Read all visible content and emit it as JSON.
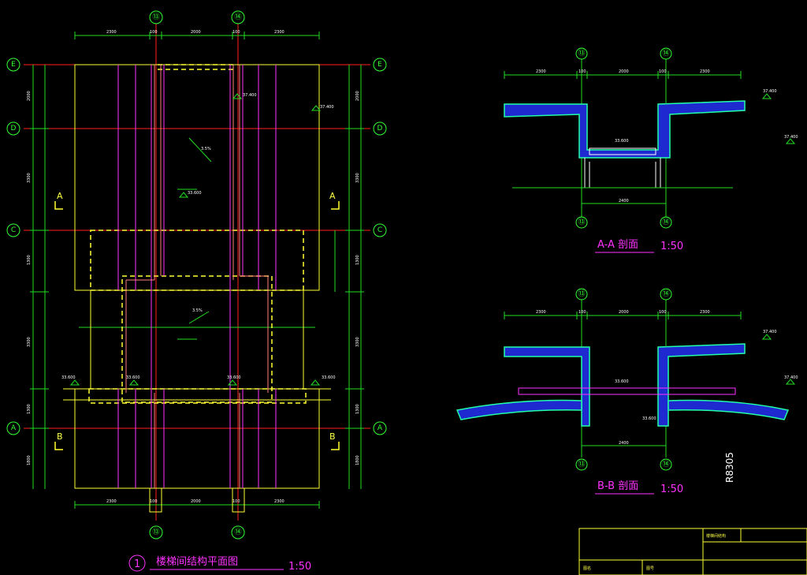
{
  "plan": {
    "title": "楼梯间结构平面图",
    "title_number": "1",
    "scale": "1:50",
    "axes_vertical": [
      "⑬",
      "⑭"
    ],
    "axes_horizontal": [
      "E",
      "D",
      "C",
      "A"
    ],
    "section_labels": [
      "A",
      "A",
      "B",
      "B"
    ],
    "top_dims": [
      "2300",
      "100",
      "2000",
      "100",
      "2300"
    ],
    "bottom_dims": [
      "2300",
      "100",
      "2000",
      "100",
      "2300"
    ],
    "left_dims": [
      "2000",
      "3300",
      "1300",
      "3300",
      "1300",
      "1800"
    ],
    "elevations": [
      "37.400",
      "37.400",
      "33.600",
      "33.600",
      "33.600",
      "33.600",
      "33.600"
    ],
    "slopes": [
      "3.5%",
      "3.5%"
    ]
  },
  "sectionA": {
    "title": "A-A 剖面",
    "scale": "1:50",
    "axes": [
      "⑬",
      "⑭"
    ],
    "top_dims": [
      "2300",
      "100",
      "2000",
      "100",
      "2300"
    ],
    "bottom_dim": "2400",
    "elevations": [
      "37.400",
      "37.400",
      "33.600"
    ]
  },
  "sectionB": {
    "title": "B-B 剖面",
    "scale": "1:50",
    "axes": [
      "⑬",
      "⑭"
    ],
    "top_dims": [
      "2300",
      "100",
      "2000",
      "100",
      "2300"
    ],
    "bottom_dim": "2400",
    "elevations": [
      "37.400",
      "37.400",
      "33.600",
      "33.600"
    ]
  },
  "side_code": "R8305",
  "title_block": {
    "drawing_name": "楼梯间结构",
    "row_labels": [
      "图名",
      "图号"
    ]
  }
}
